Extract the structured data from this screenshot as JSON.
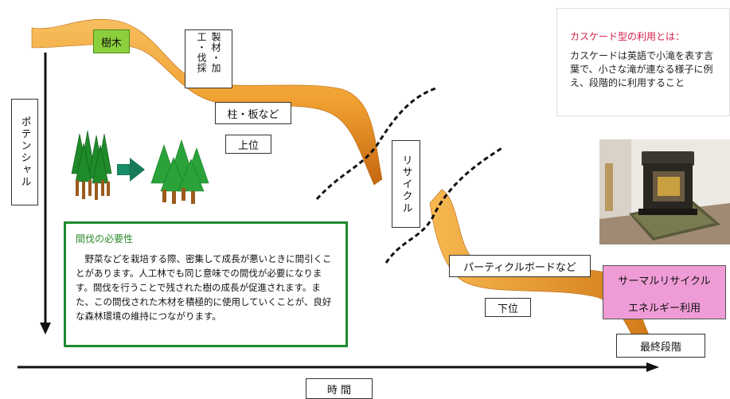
{
  "axis": {
    "y_label": "ポテンシャル",
    "x_label": "時 間"
  },
  "stages": {
    "tree": "樹木",
    "processing": "製材・加工・伐採",
    "lumber": "柱・板など",
    "upper": "上位",
    "recycle": "リサイクル",
    "particleboard": "パーティクルボードなど",
    "lower": "下位",
    "thermal": "サーマルリサイクル",
    "energy": "エネルギー利用",
    "final": "最終段階"
  },
  "cascade_note": {
    "title": "カスケード型の利用とは：",
    "body": "カスケードは英語で小滝を表す言葉で、小さな滝が連なる様子に例え、段階的に利用すること"
  },
  "thinning": {
    "title": "間伐の必要性",
    "body": "　野菜などを栽培する際、密集して成長が悪いときに間引くことがあります。人工林でも同じ意味での間伐が必要になります。間伐を行うことで残された樹の成長が促進されます。また、この間伐された木材を積極的に使用していくことが、良好な森林環境の維持につながります。"
  },
  "colors": {
    "flow_light": "#f6b24a",
    "flow_dark": "#c86a0c",
    "tree_fill": "#8ccf3c",
    "thinning_border": "#1e8a2e",
    "thinning_title": "#2e8b2e",
    "cascade_title": "#d6204a",
    "thermal_fill": "#ef9cd6"
  }
}
